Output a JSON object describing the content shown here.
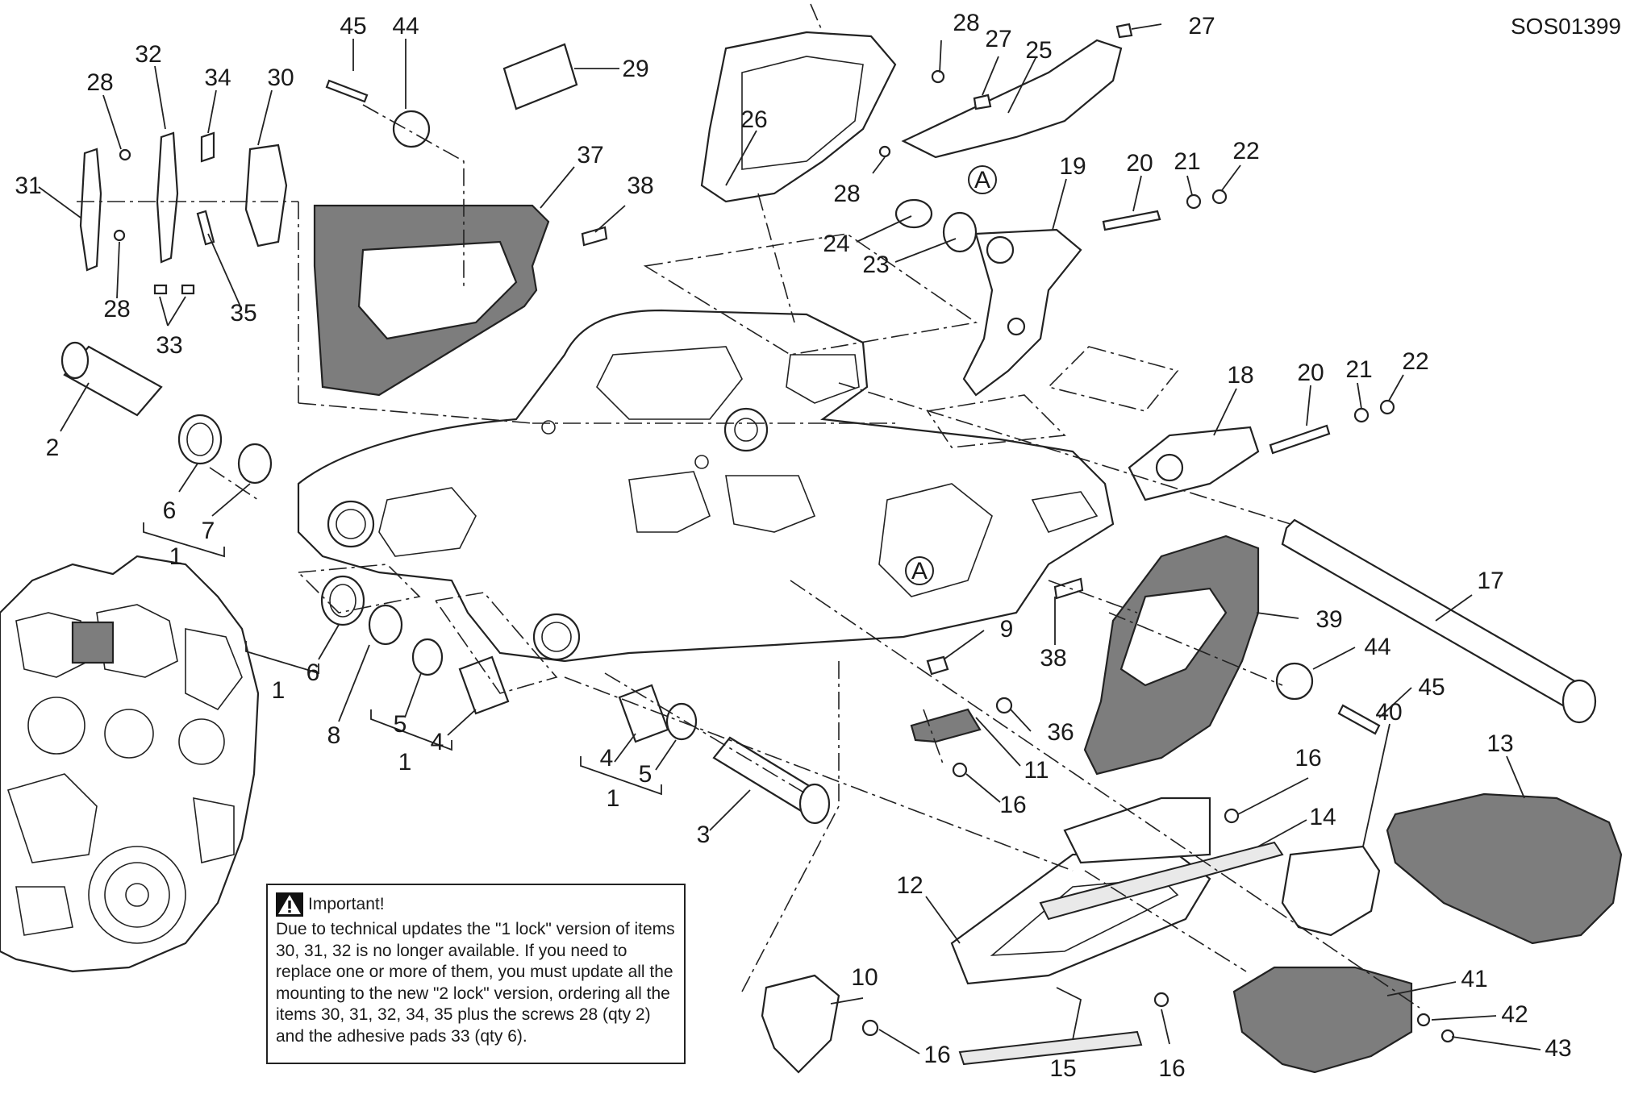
{
  "drawing_code": "SOS01399",
  "notice": {
    "title": "Important!",
    "text": "Due to technical updates the \"1 lock\" version of items 30, 31, 32 is no longer available. If you need to replace one or more of them, you must update all the mounting to the new \"2 lock\" version, ordering all the items 30, 31, 32, 34, 35 plus the screws 28 (qty 2) and the adhesive pads 33 (qty 6).",
    "icon": "warning-triangle-icon"
  },
  "reference_marks": [
    "A",
    "A"
  ],
  "callouts": [
    "45",
    "44",
    "28",
    "32",
    "34",
    "30",
    "31",
    "28",
    "33",
    "35",
    "29",
    "26",
    "28",
    "27",
    "25",
    "27",
    "28",
    "24",
    "23",
    "19",
    "20",
    "21",
    "22",
    "37",
    "38",
    "2",
    "6",
    "7",
    "1",
    "18",
    "20",
    "21",
    "22",
    "17",
    "39",
    "44",
    "45",
    "38",
    "9",
    "36",
    "11",
    "16",
    "6",
    "8",
    "5",
    "4",
    "1",
    "1",
    "4",
    "5",
    "1",
    "3",
    "16",
    "14",
    "40",
    "13",
    "12",
    "41",
    "42",
    "43",
    "10",
    "16",
    "15",
    "16"
  ]
}
